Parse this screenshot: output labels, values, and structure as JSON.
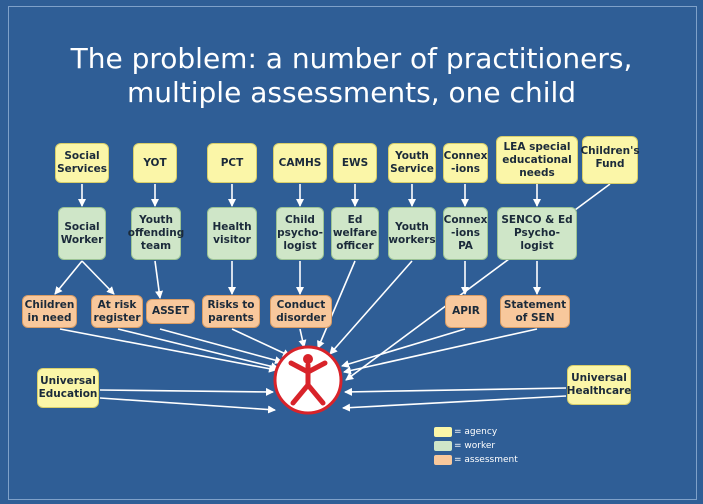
{
  "title": {
    "line1": "The problem: a number of practitioners,",
    "line2": "multiple assessments, one child"
  },
  "agencies": {
    "social_services": "Social Services",
    "yot": "YOT",
    "pct": "PCT",
    "camhs": "CAMHS",
    "ews": "EWS",
    "youth_service": "Youth Service",
    "connexions": "Connex -ions",
    "lea": "LEA special educational needs",
    "childrens_fund": "Children's Fund",
    "universal_education": "Universal Education",
    "universal_healthcare": "Universal Healthcare"
  },
  "workers": {
    "social_worker": "Social Worker",
    "youth_offending_team": "Youth offending team",
    "health_visitor": "Health visitor",
    "child_psychologist": "Child psycho- logist",
    "ed_welfare_officer": "Ed welfare officer",
    "youth_workers": "Youth workers",
    "connexions_pa": "Connex -ions PA",
    "senco": "SENCO & Ed Psycho- logist"
  },
  "assessments": {
    "children_in_need": "Children in need",
    "at_risk_register": "At risk register",
    "asset": "ASSET",
    "risks_to_parents": "Risks to parents",
    "conduct_disorder": "Conduct disorder",
    "apir": "APIR",
    "statement_of_sen": "Statement of SEN"
  },
  "legend": {
    "agency": "= agency",
    "worker": "= worker",
    "assessment": "= assessment"
  },
  "colors": {
    "background": "#2f5e96",
    "agency": "#fbf6a8",
    "worker": "#cfe6c8",
    "assessment": "#f8c89c",
    "child": "#d8232a"
  }
}
